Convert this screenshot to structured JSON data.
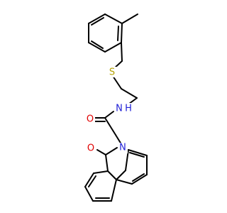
{
  "molecule": {
    "atom_labels": {
      "sulfur": "S",
      "nitrogen_amide": "N",
      "hydrogen_amide": "H",
      "oxygen_amide": "O",
      "oxygen_lactam": "O",
      "nitrogen_ring": "N"
    },
    "colors": {
      "bond": "#000000",
      "sulfur": "#b3a100",
      "nitrogen": "#1f1fd6",
      "oxygen": "#e00000",
      "background": "#ffffff"
    }
  }
}
